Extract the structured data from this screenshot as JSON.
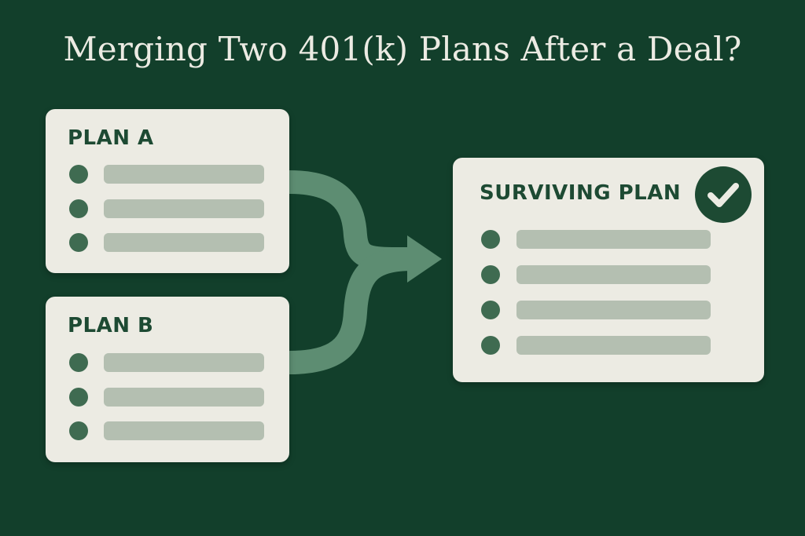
{
  "title": "Merging Two 401(k) Plans After a Deal?",
  "plans": {
    "plan_a": {
      "title": "PLAN A",
      "items": 3
    },
    "plan_b": {
      "title": "PLAN B",
      "items": 3
    },
    "surviving": {
      "title": "SURVIVING PLAN",
      "items": 4,
      "status_icon": "checkmark-icon"
    }
  },
  "colors": {
    "background": "#123f2b",
    "title_text": "#ecebe3",
    "card": "#ecebe3",
    "card_title": "#1d4a33",
    "dot": "#3f6b51",
    "bar": "#b4bfb1",
    "connector": "#5d8d72",
    "badge": "#1d4a33",
    "check": "#ecebe3"
  }
}
